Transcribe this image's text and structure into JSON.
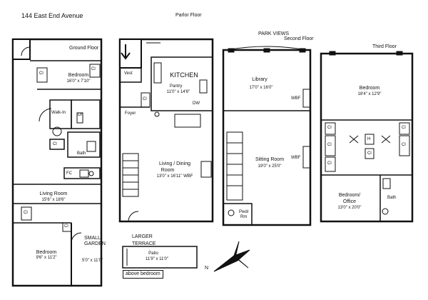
{
  "address": "144 East End Avenue",
  "floors": {
    "ground": {
      "name": "Ground Floor",
      "rooms": {
        "bedroom1": {
          "name": "Bedroom",
          "dims": "16'0\" x 7'10\""
        },
        "walkin": "Walk-In",
        "dr": "Dr",
        "bath": "Bath",
        "cl1": "Cl",
        "cl2": "Cl",
        "cl3": "Cl",
        "cl4": "Cl",
        "cl5": "Cl",
        "fc": "FC",
        "living": {
          "name": "Living Room",
          "dims": "15'6\" x 18'6\""
        },
        "bedroom2": {
          "name": "Bedroom",
          "dims": "9'6\" x 11'2\""
        },
        "garden": {
          "name": "SMALL GARDEN",
          "dims": "5'0\" x 11'0\""
        }
      }
    },
    "parlor": {
      "name": "Parlor Floor",
      "rooms": {
        "vest": "Vest",
        "foyer": "Foyer",
        "kitchen": {
          "name": "KITCHEN",
          "dims": "11'0\" x 14'6\""
        },
        "pantry": "Pantry",
        "cl": "Cl",
        "dw": "DW",
        "living": {
          "name": "Living / Dining",
          "name2": "Room",
          "dims": "13'0\" x 16'11\" WBF"
        },
        "terrace": {
          "name": "LARGER",
          "name2": "TERRACE"
        },
        "patio": {
          "name": "Patio",
          "dims": "11'9\" x 11'0\""
        },
        "note": "above bedroom"
      }
    },
    "second": {
      "name": "Second Floor",
      "view": "PARK VIEWS",
      "rooms": {
        "library": {
          "name": "Library",
          "dims": "17'0\" x 16'0\""
        },
        "wbf": "WBF",
        "sitting": {
          "name": "Sitting Room",
          "dims": "19'0\" x 25'0\""
        },
        "wbf2": "WBF",
        "powder": {
          "name": "Pwdr",
          "name2": "Rm"
        }
      }
    },
    "third": {
      "name": "Third Floor",
      "rooms": {
        "bedroom": {
          "name": "Bedroom",
          "dims": "18'4\" x 12'9\""
        },
        "cl1": "Cl",
        "cl2": "Cl",
        "cl3": "Cl",
        "cl4": "Cl",
        "cl5": "Cl",
        "cl6": "Cl",
        "h": "H",
        "office": {
          "name": "Bedroom/",
          "name2": "Office",
          "dims": "13'0\" x 20'0\""
        },
        "bath": "Bath"
      }
    }
  },
  "compass": "N"
}
